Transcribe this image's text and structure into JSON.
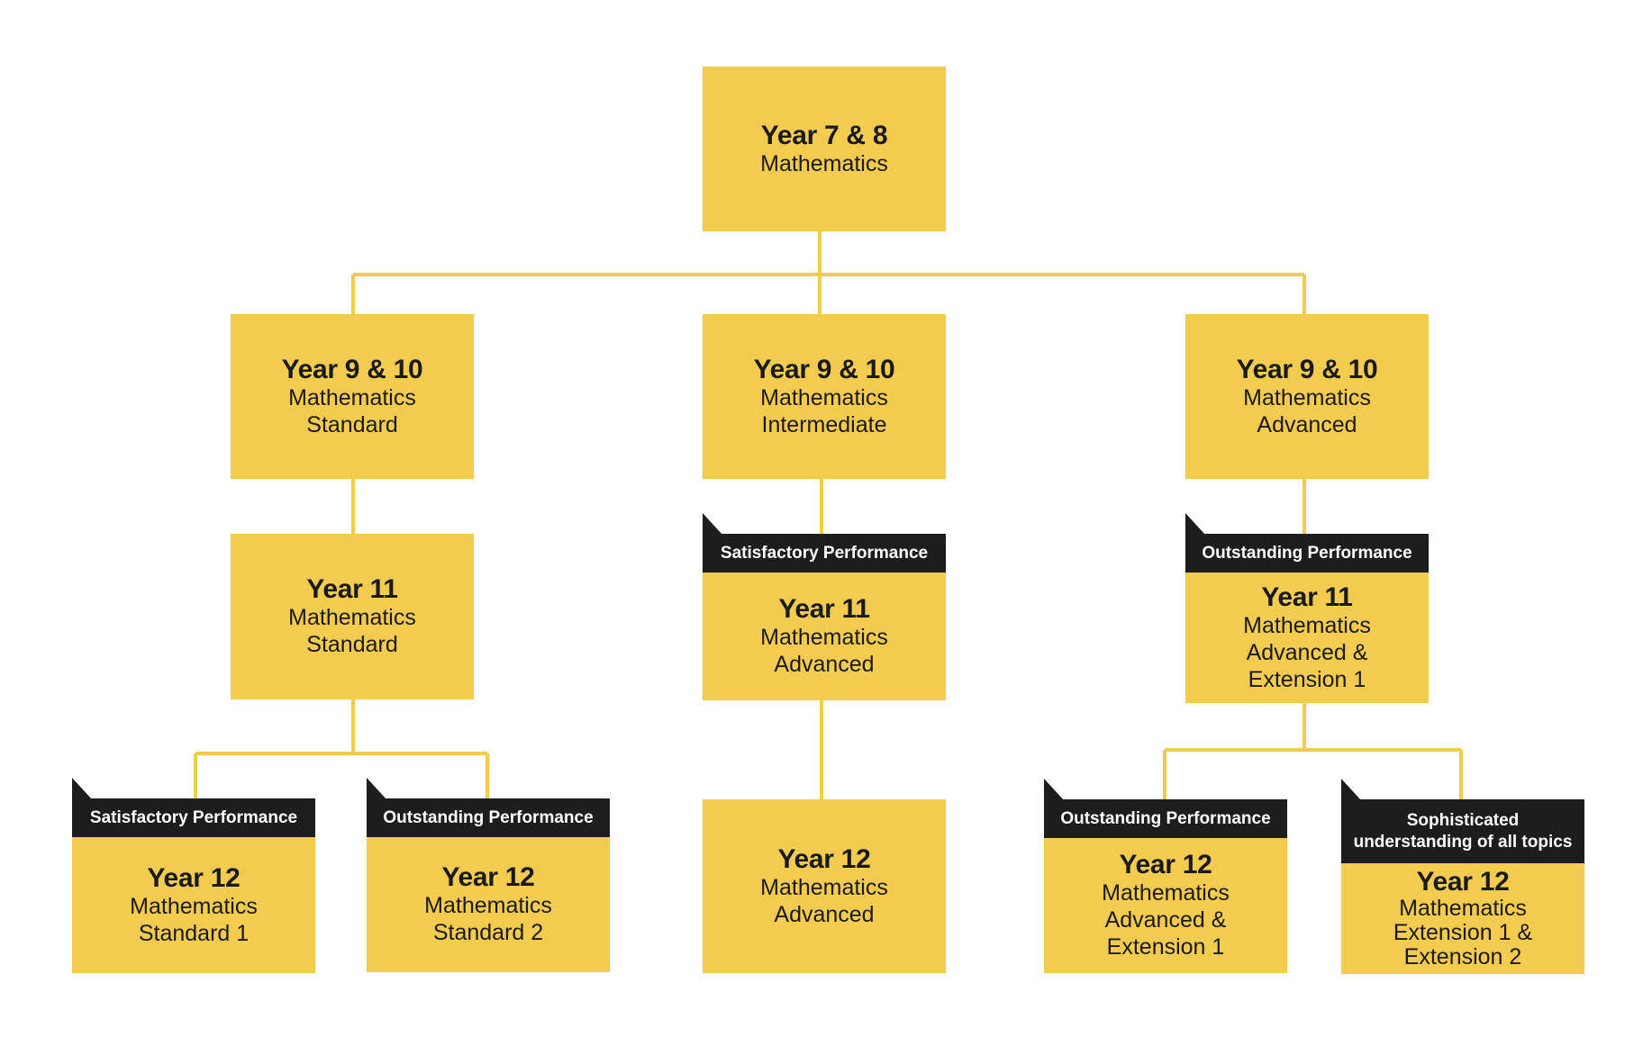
{
  "colors": {
    "box": "#f3cc4f",
    "tag": "#1d1d1d",
    "line": "#f3cc4f"
  },
  "nodes": {
    "top": {
      "title": "Year 7 & 8",
      "lines": [
        "Mathematics"
      ]
    },
    "y910_standard": {
      "title": "Year 9 & 10",
      "lines": [
        "Mathematics",
        "Standard"
      ]
    },
    "y910_intermediate": {
      "title": "Year 9 & 10",
      "lines": [
        "Mathematics",
        "Intermediate"
      ]
    },
    "y910_advanced": {
      "title": "Year 9 & 10",
      "lines": [
        "Mathematics",
        "Advanced"
      ]
    },
    "y11_standard": {
      "title": "Year 11",
      "lines": [
        "Mathematics",
        "Standard"
      ]
    },
    "y11_advanced": {
      "title": "Year 11",
      "lines": [
        "Mathematics",
        "Advanced"
      ],
      "tag": "Satisfactory Performance"
    },
    "y11_adv_ext1": {
      "title": "Year 11",
      "lines": [
        "Mathematics",
        "Advanced &",
        "Extension 1"
      ],
      "tag": "Outstanding Performance"
    },
    "y12_standard1": {
      "title": "Year 12",
      "lines": [
        "Mathematics",
        "Standard 1"
      ],
      "tag": "Satisfactory Performance"
    },
    "y12_standard2": {
      "title": "Year 12",
      "lines": [
        "Mathematics",
        "Standard 2"
      ],
      "tag": "Outstanding Performance"
    },
    "y12_advanced": {
      "title": "Year 12",
      "lines": [
        "Mathematics",
        "Advanced"
      ]
    },
    "y12_adv_ext1": {
      "title": "Year 12",
      "lines": [
        "Mathematics",
        "Advanced &",
        "Extension 1"
      ],
      "tag": "Outstanding Performance"
    },
    "y12_ext1_ext2": {
      "title": "Year 12",
      "lines": [
        "Mathematics",
        "Extension 1 &",
        "Extension 2"
      ],
      "tag_lines": [
        "Sophisticated",
        "understanding of all topics"
      ]
    }
  }
}
